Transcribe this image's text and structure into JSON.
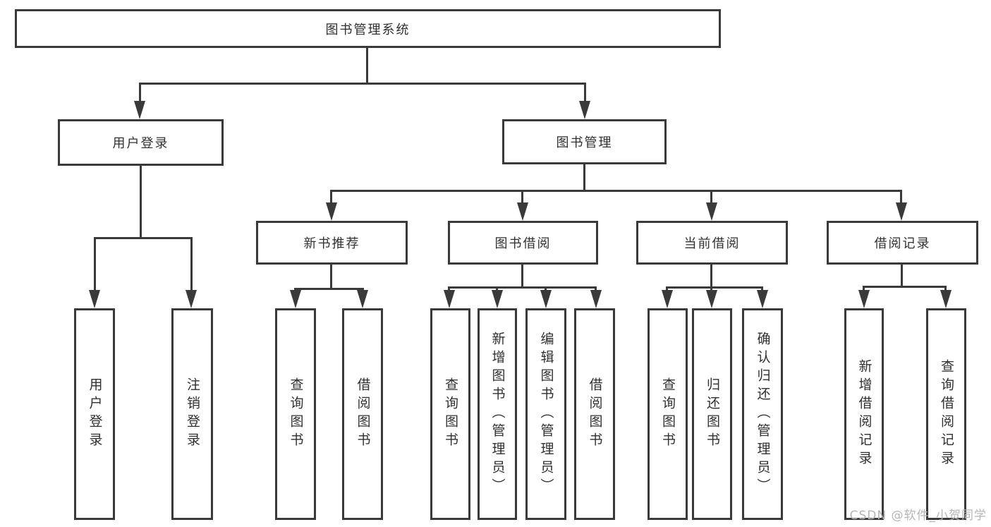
{
  "tree": {
    "root": {
      "label": "图书管理系统",
      "children": [
        {
          "label": "用户登录",
          "children": [
            {
              "label": "用户登录"
            },
            {
              "label": "注销登录"
            }
          ]
        },
        {
          "label": "图书管理",
          "children": [
            {
              "label": "新书推荐",
              "children": [
                {
                  "label": "查询图书"
                },
                {
                  "label": "借阅图书"
                }
              ]
            },
            {
              "label": "图书借阅",
              "children": [
                {
                  "label": "查询图书"
                },
                {
                  "label": "新增图书（管理员）"
                },
                {
                  "label": "编辑图书（管理员）"
                },
                {
                  "label": "借阅图书"
                }
              ]
            },
            {
              "label": "当前借阅",
              "children": [
                {
                  "label": "查询图书"
                },
                {
                  "label": "归还图书"
                },
                {
                  "label": "确认归还（管理员）"
                }
              ]
            },
            {
              "label": "借阅记录",
              "children": [
                {
                  "label": "新增借阅记录"
                },
                {
                  "label": "查询借阅记录"
                }
              ]
            }
          ]
        }
      ]
    }
  },
  "watermark": {
    "text": "CSDN @软件_小贺同学"
  },
  "colors": {
    "line": "#3a3a3a",
    "text": "#303030",
    "watermark": "#b5b5b5",
    "background": "#ffffff"
  }
}
